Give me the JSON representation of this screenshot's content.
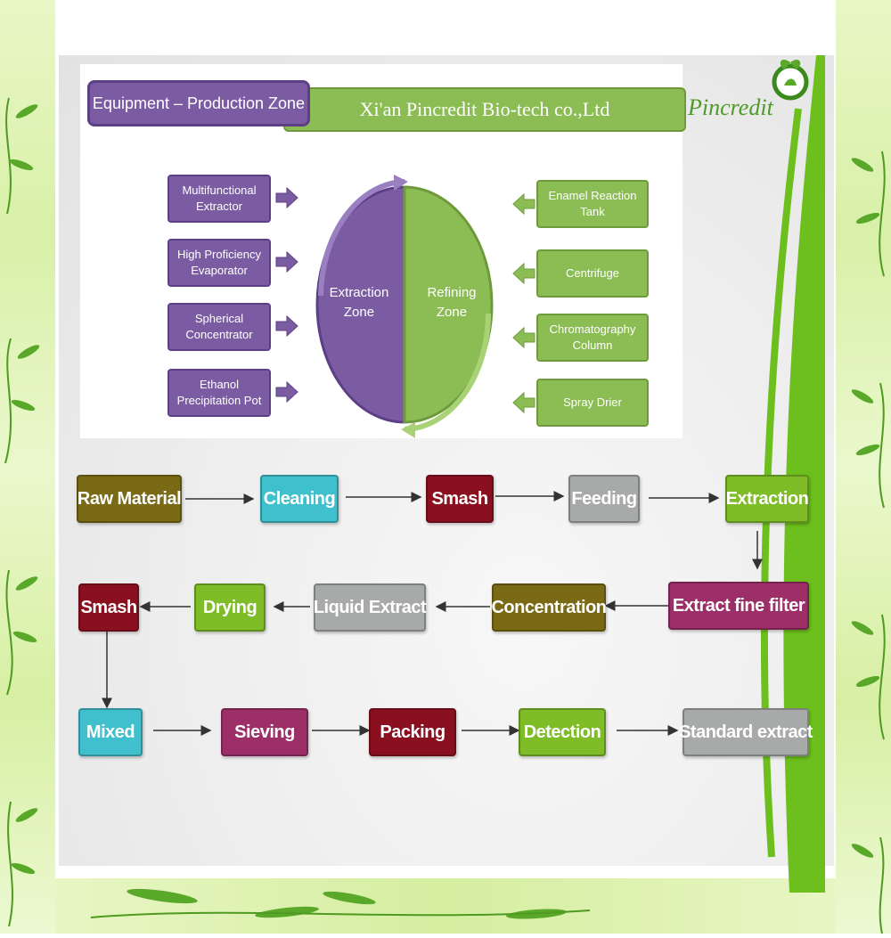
{
  "header": {
    "zone_title": "Equipment – Production Zone",
    "company": "Xi'an Pincredit Bio-tech co.,Ltd",
    "logo_text": "Pincredit"
  },
  "equipment": {
    "extraction_side": [
      {
        "label": "Multifunctional\nExtractor"
      },
      {
        "label": "High Proficiency\nEvaporator"
      },
      {
        "label": "Spherical\nConcentrator"
      },
      {
        "label": "Ethanol\nPrecipitation Pot"
      }
    ],
    "refining_side": [
      {
        "label": "Enamel Reaction\nTank"
      },
      {
        "label": "Centrifuge"
      },
      {
        "label": "Chromatography\nColumn"
      },
      {
        "label": "Spray Drier"
      }
    ],
    "extraction_zone": "Extraction\nZone",
    "refining_zone": "Refining\nZone"
  },
  "process_flow": {
    "row1": [
      "Raw Material",
      "Cleaning",
      "Smash",
      "Feeding",
      "Extraction"
    ],
    "row2": [
      "Extract fine filter",
      "Concentration",
      "Liquid Extract",
      "Drying",
      "Smash"
    ],
    "row3": [
      "Mixed",
      "Sieving",
      "Packing",
      "Detection",
      "Standard extract"
    ]
  },
  "colors": {
    "purple": "#7b5ca3",
    "light_green": "#8cbd54",
    "olive": "#7a6a16",
    "cyan": "#40c0cc",
    "dark_red": "#8a1020",
    "gray": "#a8aaaa",
    "green": "#7fbd28",
    "magenta": "#9c2f68"
  }
}
